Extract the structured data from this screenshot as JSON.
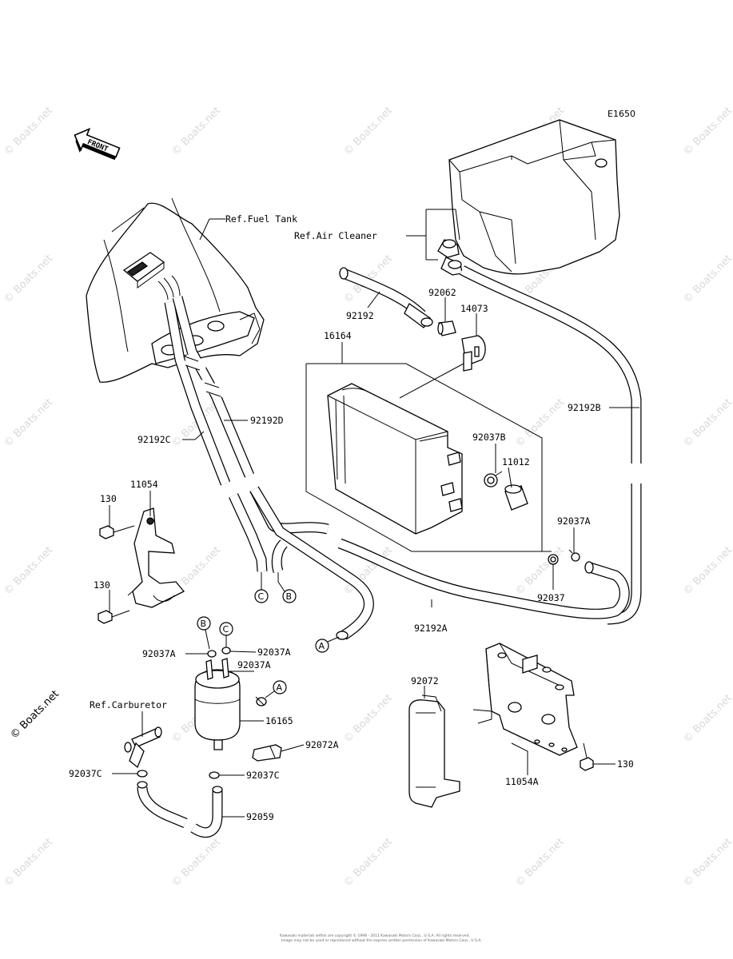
{
  "diagram_code": "E1650",
  "front_label": "FRONT",
  "references": {
    "fuel_tank": "Ref.Fuel Tank",
    "air_cleaner": "Ref.Air Cleaner",
    "carburetor": "Ref.Carburetor"
  },
  "parts": {
    "p92192": "92192",
    "p92062": "92062",
    "p14073": "14073",
    "p16164": "16164",
    "p92192B": "92192B",
    "p92192C": "92192C",
    "p92192D": "92192D",
    "p92037B": "92037B",
    "p11012": "11012",
    "p11054": "11054",
    "p130_a": "130",
    "p130_b": "130",
    "p130_c": "130",
    "p92037A_r": "92037A",
    "p92037": "92037",
    "p92192A": "92192A",
    "p92037A_l": "92037A",
    "p92037A_m": "92037A",
    "p92037A_t": "92037A",
    "p92072": "92072",
    "p16165": "16165",
    "p92072A": "92072A",
    "p92037C_l": "92037C",
    "p92037C_r": "92037C",
    "p92059": "92059",
    "p11054A": "11054A"
  },
  "connectors": {
    "c1": "C",
    "b1": "B",
    "a1": "A",
    "b2": "B",
    "c2": "C",
    "a2": "A"
  },
  "watermark": "© Boats.net",
  "copyright_line1": "Kawasaki materials within are copyright © 1998 - 2011 Kawasaki Motors Corp., U.S.A. All rights reserved.",
  "copyright_line2": "Image may not be used or reproduced without the express written permission of Kawasaki Motors Corp., U.S.A."
}
